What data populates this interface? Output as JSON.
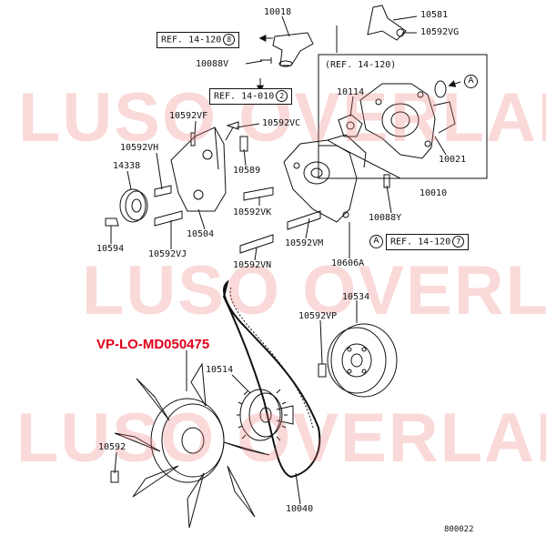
{
  "watermark": {
    "text": "LUSO OVERLAND"
  },
  "part_code": "VP-LO-MD050475",
  "diagram_number": "800022",
  "ref_boxes": [
    {
      "text": "REF. 14-120",
      "circle": "8"
    },
    {
      "text": "REF. 14-010",
      "circle": "2"
    },
    {
      "text": "(REF. 14-120)",
      "circle": ""
    },
    {
      "text": "REF. 14-120",
      "circle": "7"
    }
  ],
  "connector": "A",
  "callouts": [
    "10018",
    "10581",
    "10592VG",
    "10088V",
    "10592VF",
    "10592VC",
    "10114",
    "10592VH",
    "14338",
    "10589",
    "10021",
    "10010",
    "10592VK",
    "10088Y",
    "10594",
    "10592VJ",
    "10504",
    "10592VM",
    "10592VN",
    "10606A",
    "10534",
    "10592VP",
    "10514",
    "10592",
    "10040"
  ]
}
